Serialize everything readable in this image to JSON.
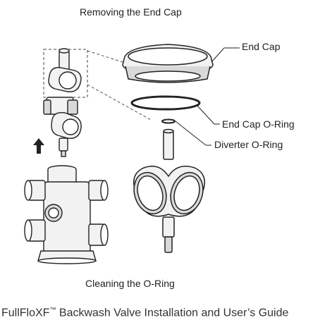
{
  "captions": {
    "top": "Removing the End Cap",
    "bottom": "Cleaning the O-Ring"
  },
  "callouts": {
    "end_cap": "End Cap",
    "end_cap_oring": "End Cap O-Ring",
    "diverter_oring": "Diverter O-Ring"
  },
  "footer": {
    "brand": "FullFloXF",
    "trademark": "™",
    "rest": " Backwash Valve Installation and User’s Guide"
  },
  "colors": {
    "line": "#222222",
    "arrow": "#222222",
    "fill_light": "#f2f2f2",
    "fill_mid": "#d9d9d9"
  }
}
